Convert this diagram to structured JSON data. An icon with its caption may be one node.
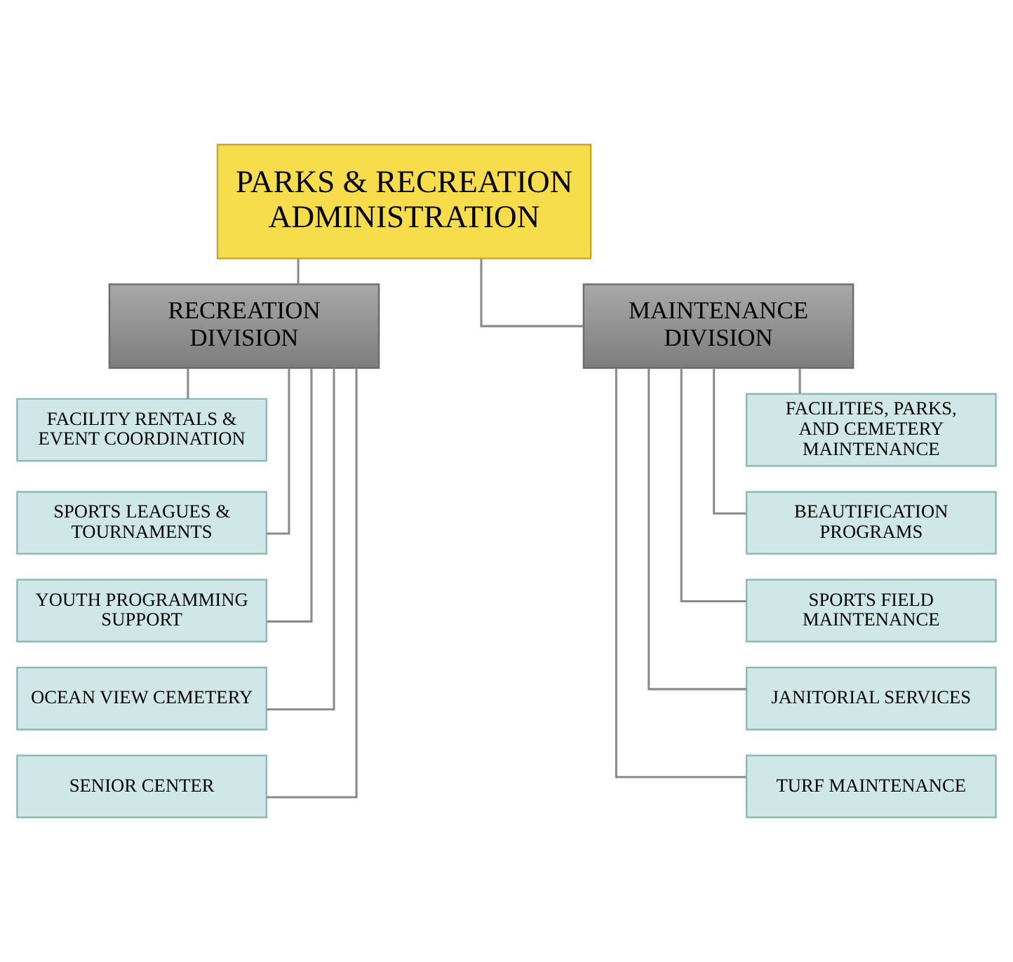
{
  "diagram": {
    "nodes": [
      {
        "text": [
          "PARKS & RECREATION ADMINISTRATION"
        ]
      },
      {
        "text": [
          "RECREATION DIVISION"
        ]
      },
      {
        "text": [
          "MAINTENANCE DIVISION"
        ]
      },
      {
        "text": [
          "FACILITY RENTALS & EVENT COORDINATION"
        ]
      },
      {
        "text": [
          "SPORTS LEAGUES & TOURNAMENTS"
        ]
      },
      {
        "text": [
          "YOUTH PROGRAMMING SUPPORT"
        ]
      },
      {
        "text": [
          "OCEAN VIEW CEMETERY"
        ]
      },
      {
        "text": [
          "SENIOR CENTER"
        ]
      },
      {
        "text": [
          "FACILITIES, PARKS, AND CEMETERY MAINTENANCE"
        ]
      },
      {
        "text": [
          "BEAUTIFICATION PROGRAMS"
        ]
      },
      {
        "text": [
          "SPORTS FIELD MAINTENANCE"
        ]
      },
      {
        "text": [
          "JANITORIAL SERVICES"
        ]
      },
      {
        "text": [
          "TURF MAINTENANCE"
        ]
      }
    ],
    "edges": [
      {
        "from": 0,
        "to": 1,
        "arrow": "none"
      },
      {
        "from": 0,
        "to": 2,
        "arrow": "none"
      },
      {
        "from": 1,
        "to": 3,
        "arrow": "none"
      },
      {
        "from": 1,
        "to": 4,
        "arrow": "none"
      },
      {
        "from": 1,
        "to": 5,
        "arrow": "none"
      },
      {
        "from": 1,
        "to": 6,
        "arrow": "none"
      },
      {
        "from": 1,
        "to": 7,
        "arrow": "none"
      },
      {
        "from": 2,
        "to": 8,
        "arrow": "none"
      },
      {
        "from": 2,
        "to": 9,
        "arrow": "none"
      },
      {
        "from": 2,
        "to": 10,
        "arrow": "none"
      },
      {
        "from": 2,
        "to": 11,
        "arrow": "none"
      },
      {
        "from": 2,
        "to": 12,
        "arrow": "none"
      }
    ]
  }
}
